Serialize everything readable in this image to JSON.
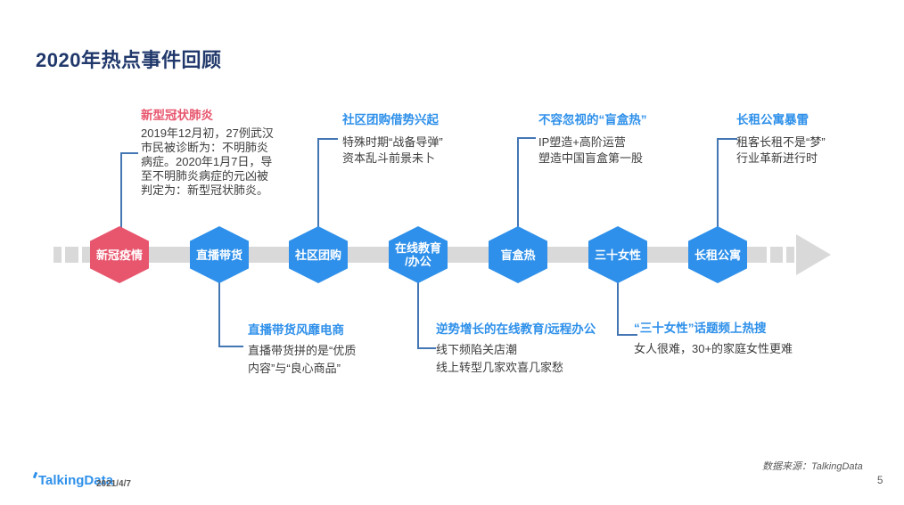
{
  "slide": {
    "title": "2020年热点事件回顾",
    "colors": {
      "title_navy": "#20386B",
      "accent_blue": "#2E90EA",
      "accent_red": "#E8566E",
      "timeline_gray": "#D9D9D9",
      "connector_blue": "#4476B4",
      "body_text": "#3D3D3D"
    }
  },
  "timeline": {
    "nodes": [
      {
        "label": "新冠疫情",
        "color": "red"
      },
      {
        "label": "直播带货",
        "color": "blue"
      },
      {
        "label": "社区团购",
        "color": "blue"
      },
      {
        "label": "在线教育\n/办公",
        "color": "blue"
      },
      {
        "label": "盲盒热",
        "color": "blue"
      },
      {
        "label": "三十女性",
        "color": "blue"
      },
      {
        "label": "长租公寓",
        "color": "blue"
      }
    ]
  },
  "annotations_top": [
    {
      "title": "新型冠状肺炎",
      "accent": "red",
      "body": "2019年12月初，27例武汉\n市民被诊断为：不明肺炎\n病症。2020年1月7日，导\n至不明肺炎病症的元凶被\n判定为：新型冠状肺炎。"
    },
    {
      "title": "社区团购借势兴起",
      "accent": "blue",
      "body": "特殊时期“战备导弹”\n资本乱斗前景未卜"
    },
    {
      "title": "不容忽视的“盲盒热”",
      "accent": "blue",
      "body": "IP塑造+高阶运营\n塑造中国盲盒第一股"
    },
    {
      "title": "长租公寓暴雷",
      "accent": "blue",
      "body": "租客长租不是“梦”\n行业革新进行时"
    }
  ],
  "annotations_bottom": [
    {
      "title": "直播带货风靡电商",
      "accent": "blue",
      "body": "直播带货拼的是“优质\n内容”与“良心商品”"
    },
    {
      "title": "逆势增长的在线教育/远程办公",
      "accent": "blue",
      "body": "线下频陷关店潮\n线上转型几家欢喜几家愁"
    },
    {
      "title": "“三十女性”话题频上热搜",
      "accent": "blue",
      "body": "女人很难，30+的家庭女性更难"
    }
  ],
  "footer": {
    "logo": "TalkingData",
    "date": "2021/4/7",
    "source": "数据来源：TalkingData",
    "page": "5"
  }
}
